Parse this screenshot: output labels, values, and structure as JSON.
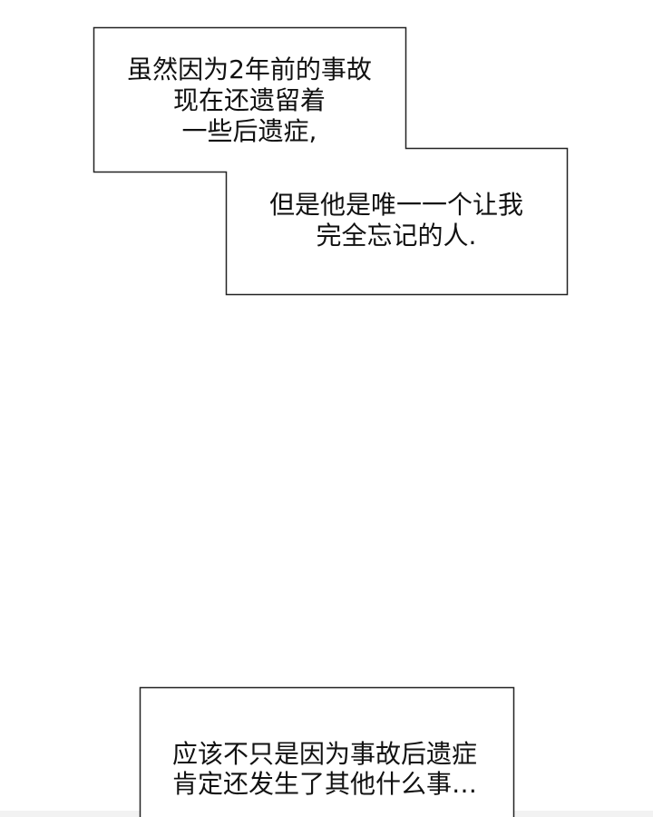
{
  "caption_box_1": {
    "lines": [
      "虽然因为2年前的事故",
      "现在还遗留着",
      "一些后遗症,"
    ]
  },
  "caption_box_2": {
    "lines": [
      "但是他是唯一一个让我",
      "完全忘记的人."
    ]
  },
  "caption_box_3": {
    "lines": [
      "应该不只是因为事故后遗症",
      "肯定还发生了其他什么事…"
    ]
  }
}
